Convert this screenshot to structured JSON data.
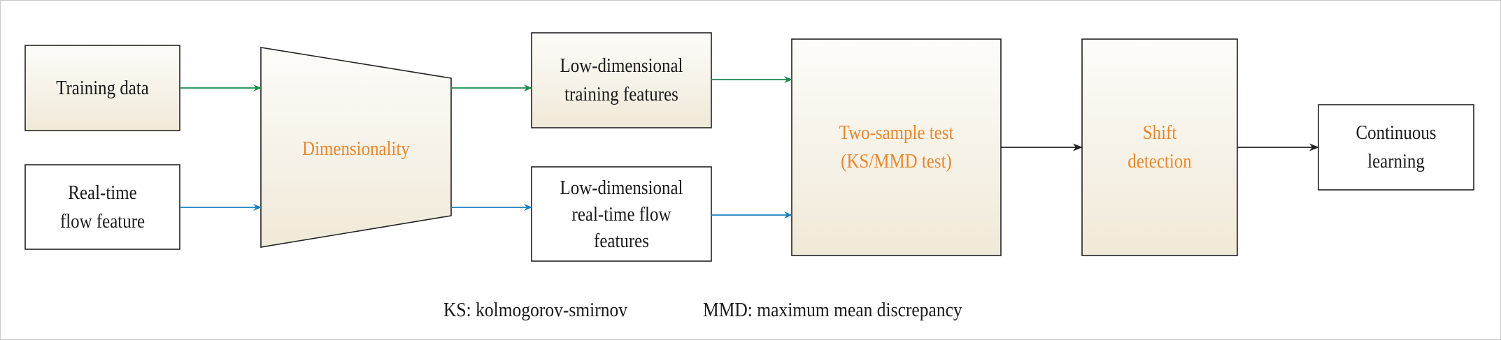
{
  "diagram": {
    "nodes": {
      "training_data": {
        "label": "Training data"
      },
      "realtime_feature": {
        "line1": "Real-time",
        "line2": "flow feature"
      },
      "dimensionality": {
        "label": "Dimensionality"
      },
      "lowdim_training": {
        "line1": "Low-dimensional",
        "line2": "training features"
      },
      "lowdim_realtime": {
        "line1": "Low-dimensional",
        "line2": "real-time flow",
        "line3": "features"
      },
      "two_sample": {
        "line1": "Two-sample test",
        "line2": "(KS/MMD test)"
      },
      "shift_detection": {
        "line1": "Shift",
        "line2": "detection"
      },
      "continuous_learning": {
        "line1": "Continuous",
        "line2": "learning"
      }
    },
    "legend": {
      "ks": "KS: kolmogorov-smirnov",
      "mmd": "MMD: maximum mean discrepancy"
    },
    "colors": {
      "accent_text": "#e8872f",
      "training_arrow": "#1a8a4f",
      "realtime_arrow": "#1a7fc0",
      "main_arrow": "#222222",
      "fill_top": "#fdfcf9",
      "fill_bottom": "#f0e9d8"
    }
  }
}
